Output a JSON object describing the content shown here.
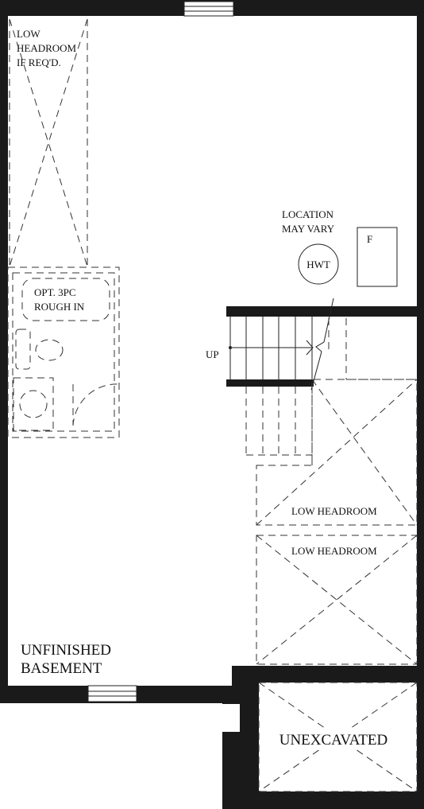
{
  "labels": {
    "low_headroom_corner": [
      "LOW",
      "HEADROOM",
      "IF REQ'D."
    ],
    "location_note": [
      "LOCATION",
      "MAY VARY"
    ],
    "hwt": "HWT",
    "furnace": "F",
    "opt_bath": [
      "OPT. 3PC",
      "ROUGH IN"
    ],
    "stairs_up": "UP",
    "low_headroom_1": "LOW HEADROOM",
    "low_headroom_2": "LOW HEADROOM",
    "basement": [
      "UNFINISHED",
      "BASEMENT"
    ],
    "unexcavated": "UNEXCAVATED"
  },
  "colors": {
    "wall": "#1a1a1a",
    "dash": "#333333"
  }
}
